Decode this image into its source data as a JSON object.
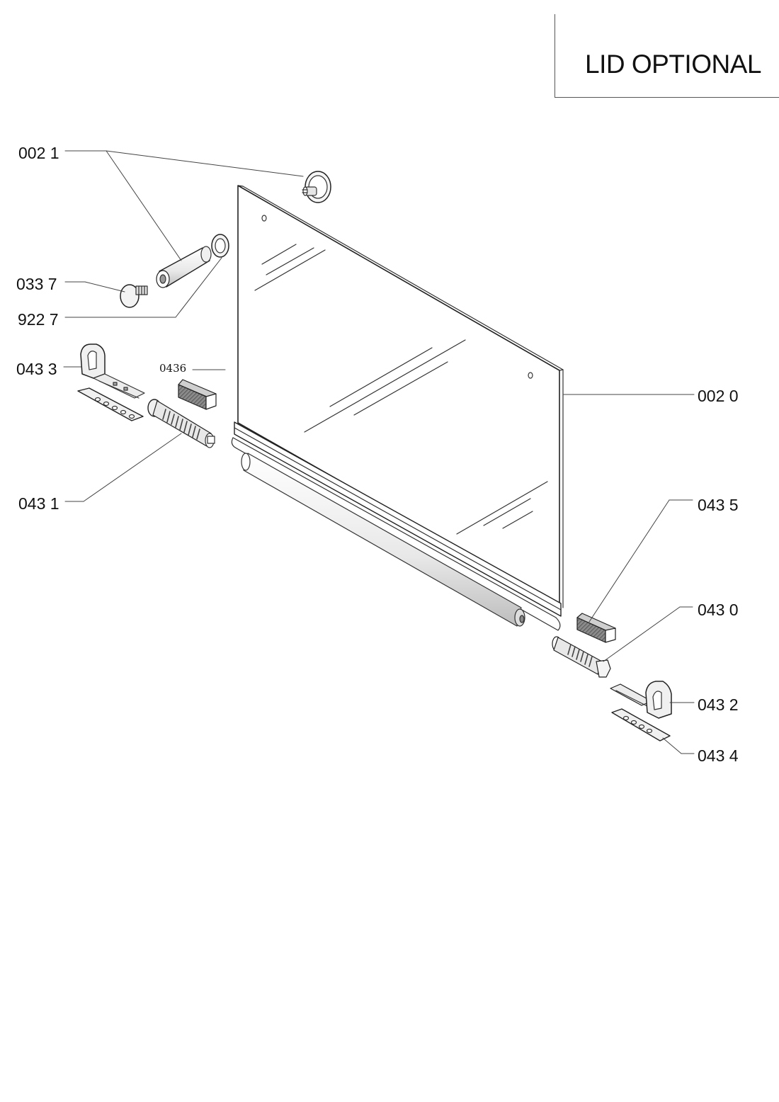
{
  "title": "LID OPTIONAL",
  "callouts": {
    "p0021": "002 1",
    "p0337": "033 7",
    "p9227": "922 7",
    "p0433": "043 3",
    "p0436": "0436",
    "p0431": "043 1",
    "p0020": "002 0",
    "p0435": "043 5",
    "p0430": "043 0",
    "p0432": "043 2",
    "p0434": "043 4"
  },
  "colors": {
    "line": "#333333",
    "part_fill": "#f2f2f2",
    "part_shade": "#cfcfcf",
    "block_dark": "#6a6a6a"
  }
}
